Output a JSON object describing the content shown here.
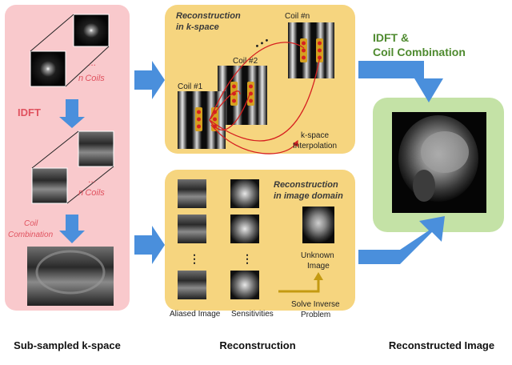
{
  "colors": {
    "pink_panel": "#f9c9cc",
    "yellow_panel": "#f6d57f",
    "green_panel": "#c4e2a6",
    "blue_arrow": "#4a8fdc",
    "red_text": "#e0525f",
    "green_text": "#4e8a2e",
    "gold_arrow": "#c49a12",
    "red_line": "#d62020"
  },
  "left": {
    "nc_coils_top": "n Coils",
    "idft": "IDFT",
    "nc_coils_bottom": "n Coils",
    "coil_combination": "Coil Combination",
    "ellipsis": "..."
  },
  "kspace_panel": {
    "title_line1": "Reconstruction",
    "title_line2": "in k-space",
    "coil1": "Coil #1",
    "coil2": "Coil #2",
    "coiln": "Coil #n",
    "dots": "•  •  •",
    "interp_line1": "k-space",
    "interp_line2": "Interpolation"
  },
  "image_panel": {
    "title_line1": "Reconstruction",
    "title_line2": "in image domain",
    "unknown_line1": "Unknown",
    "unknown_line2": "Image",
    "aliased": "Aliased Image",
    "sensitivities": "Sensitivities",
    "solve_line1": "Solve Inverse",
    "solve_line2": "Problem",
    "vdots": "⋮"
  },
  "right": {
    "idft_line1": "IDFT &",
    "idft_line2": "Coil Combination"
  },
  "footer": {
    "left": "Sub-sampled k-space",
    "middle": "Reconstruction",
    "right": "Reconstructed Image"
  }
}
